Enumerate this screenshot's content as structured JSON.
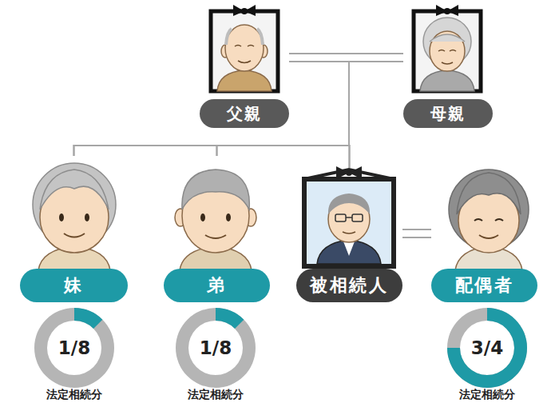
{
  "diagram": {
    "nodes": [
      {
        "text": [
          "父親"
        ]
      },
      {
        "text": [
          "母親"
        ]
      },
      {
        "text": [
          "妹"
        ]
      },
      {
        "text": [
          "弟"
        ]
      },
      {
        "text": [
          "被相続人"
        ]
      },
      {
        "text": [
          "配偶者"
        ]
      },
      {
        "text": [
          "1/8",
          "法定相続分"
        ]
      },
      {
        "text": [
          "1/8",
          "法定相続分"
        ]
      },
      {
        "text": [
          "3/4",
          "法定相続分"
        ]
      }
    ],
    "edges": [
      {
        "from": 0,
        "to": 1,
        "arrow": "none"
      },
      {
        "from": 0,
        "to": 2,
        "arrow": "none"
      },
      {
        "from": 0,
        "to": 3,
        "arrow": "none"
      },
      {
        "from": 0,
        "to": 4,
        "arrow": "none"
      },
      {
        "from": 1,
        "to": 2,
        "arrow": "none"
      },
      {
        "from": 1,
        "to": 3,
        "arrow": "none"
      },
      {
        "from": 1,
        "to": 4,
        "arrow": "none"
      },
      {
        "from": 4,
        "to": 5,
        "arrow": "none"
      }
    ]
  }
}
